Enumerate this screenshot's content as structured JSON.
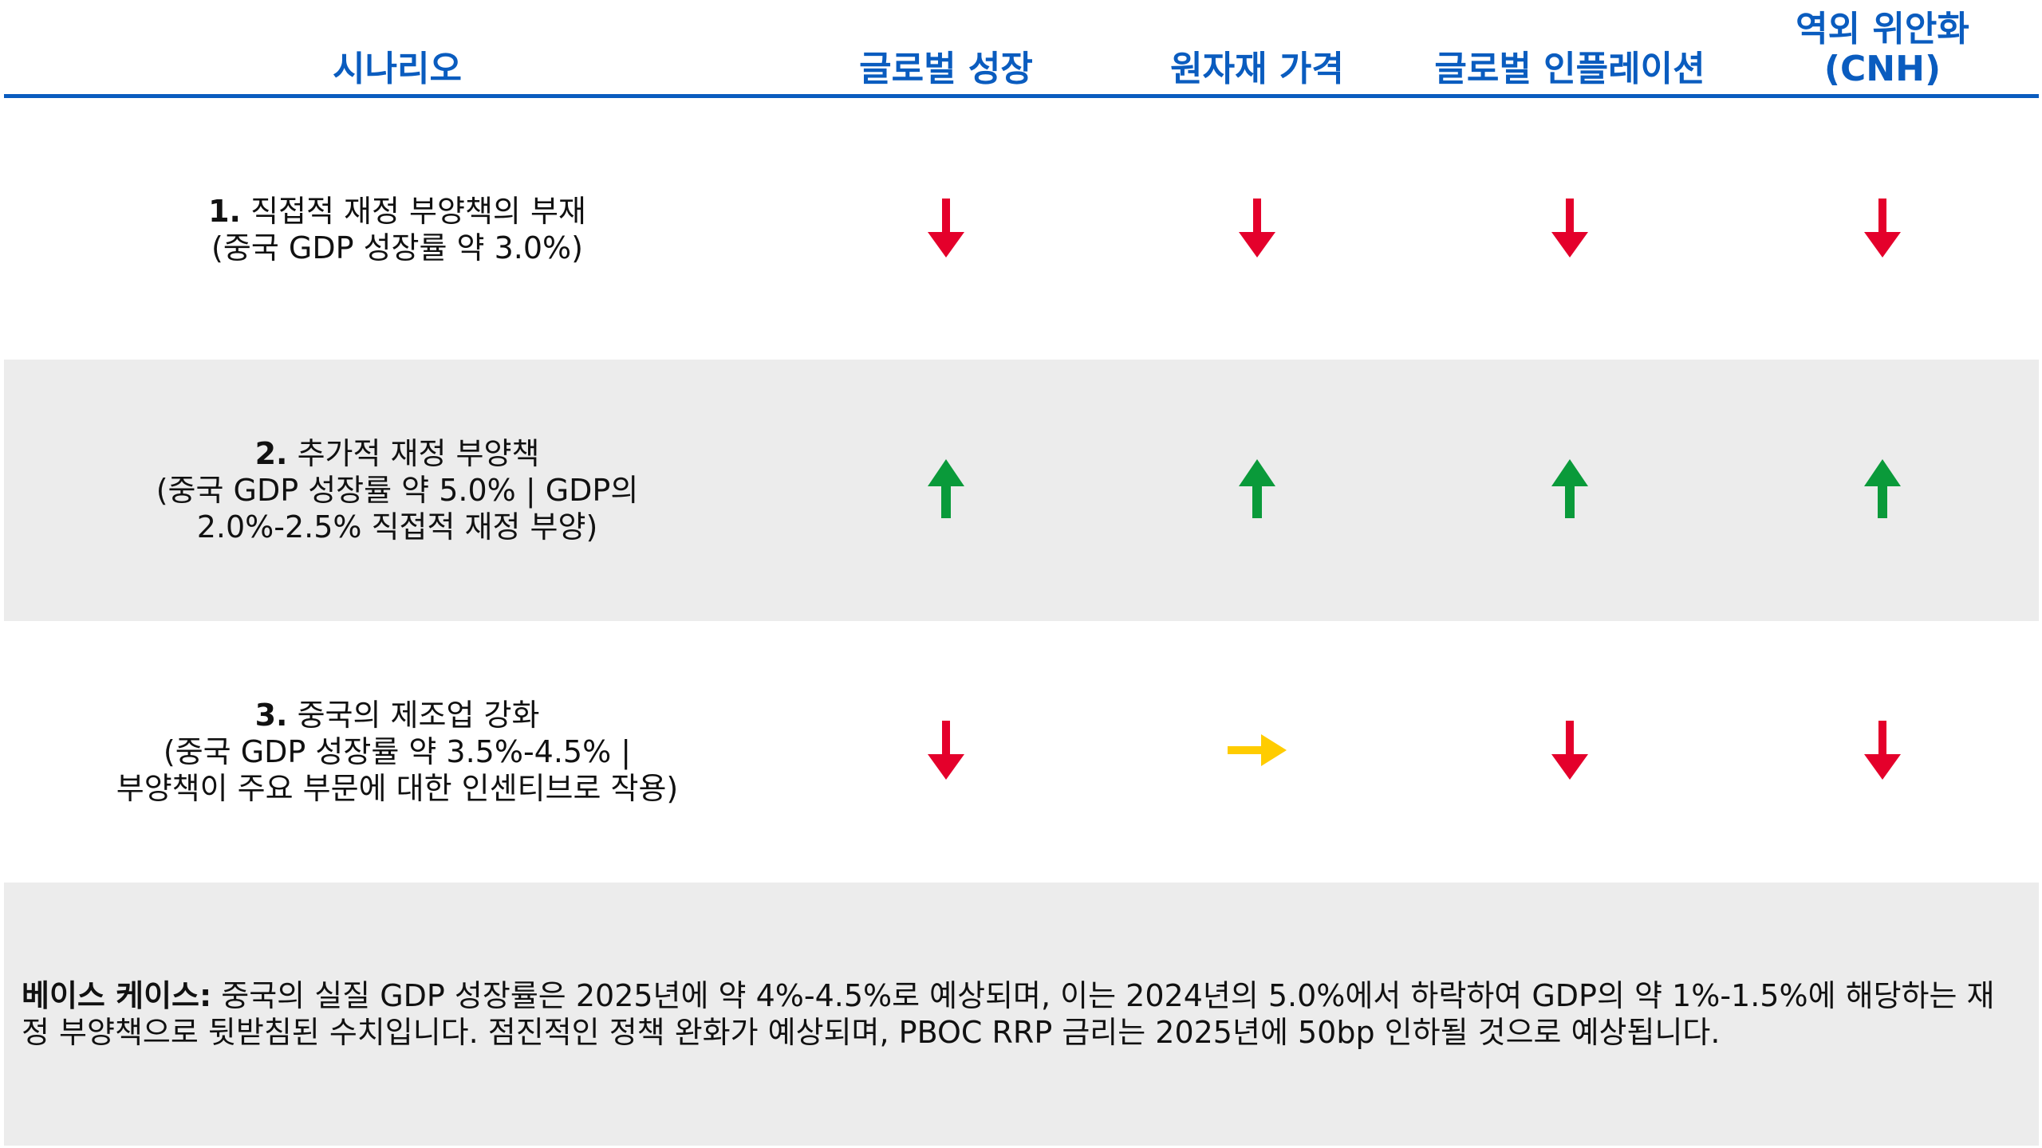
{
  "header": {
    "scenario": "시나리오",
    "columns": [
      "글로벌 성장",
      "원자재 가격",
      "글로벌 인플레이션",
      "역외 위안화",
      "(CNH)"
    ]
  },
  "rows": [
    {
      "num": "1.",
      "title": "직접적 재정 부양책의 부재",
      "lines": [
        "(중국 GDP 성장률 약 3.0%)"
      ],
      "impacts": [
        "down",
        "down",
        "down",
        "down"
      ]
    },
    {
      "num": "2.",
      "title": "추가적 재정 부양책",
      "lines": [
        "(중국 GDP 성장률 약 5.0% | GDP의",
        "2.0%-2.5% 직접적 재정 부양)"
      ],
      "impacts": [
        "up",
        "up",
        "up",
        "up"
      ]
    },
    {
      "num": "3.",
      "title": "중국의 제조업 강화",
      "lines": [
        "(중국 GDP 성장률 약 3.5%-4.5% |",
        "부양책이 주요 부문에 대한 인센티브로 작용)"
      ],
      "impacts": [
        "down",
        "right",
        "down",
        "down"
      ]
    }
  ],
  "base_case": {
    "label": "베이스 케이스:",
    "text": " 중국의 실질 GDP 성장률은 2025년에 약 4%-4.5%로 예상되며, 이는 2024년의 5.0%에서 하락하여 GDP의 약 1%-1.5%에 해당하는 재정 부양책으로 뒷받침된 수치입니다. 점진적인 정책 완화가 예상되며, PBOC RRP 금리는 2025년에 50bp 인하될 것으로 예상됩니다."
  },
  "colors": {
    "up": "#0a9a3a",
    "down": "#e4002b",
    "right": "#ffcc00",
    "header": "#0a5cbf"
  }
}
